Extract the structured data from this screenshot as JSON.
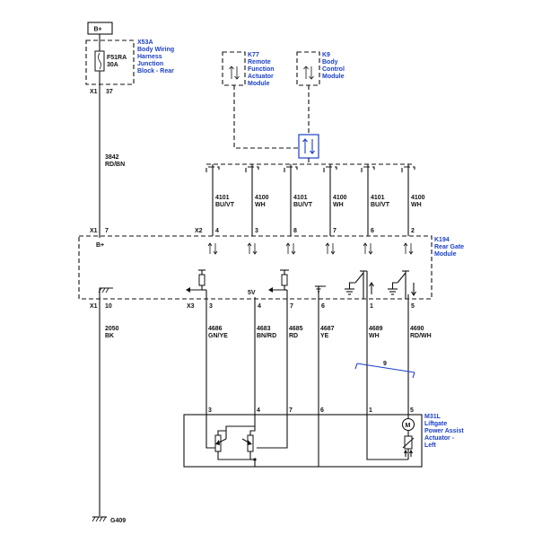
{
  "power": {
    "label": "B+"
  },
  "fuse_block": {
    "ref": "X53A",
    "name_lines": [
      "Body Wiring",
      "Harness",
      "Junction",
      "Block - Rear"
    ],
    "fuse_ref": "F51RA",
    "fuse_rating": "30A",
    "connector": "X1",
    "pin": "37"
  },
  "modules": [
    {
      "ref": "K77",
      "name_lines": [
        "Remote",
        "Function",
        "Actuator",
        "Module"
      ]
    },
    {
      "ref": "K9",
      "name_lines": [
        "Body",
        "Control",
        "Module"
      ]
    }
  ],
  "feed_wire": {
    "circuit": "3842",
    "color": "RD/BN"
  },
  "gate_module": {
    "ref": "K194",
    "name_lines": [
      "Rear Gate",
      "Module"
    ],
    "power_conn": "X1",
    "power_pin": "7",
    "power_label": "B+",
    "ground_conn": "X1",
    "ground_pin": "10",
    "bus_conn": "X2",
    "bus_pins": [
      "4",
      "3",
      "8",
      "7",
      "6",
      "2"
    ],
    "io_conn": "X3",
    "io_pins": [
      "3",
      "4",
      "7",
      "6",
      "1",
      "5"
    ],
    "ref_voltage": "5V"
  },
  "bus_wires": [
    {
      "circuit": "4101",
      "color": "BU/VT"
    },
    {
      "circuit": "4100",
      "color": "WH"
    },
    {
      "circuit": "4101",
      "color": "BU/VT"
    },
    {
      "circuit": "4100",
      "color": "WH"
    },
    {
      "circuit": "4101",
      "color": "BU/VT"
    },
    {
      "circuit": "4100",
      "color": "WH"
    }
  ],
  "io_wires": [
    {
      "circuit": "4686",
      "color": "GN/YE"
    },
    {
      "circuit": "4683",
      "color": "BN/RD"
    },
    {
      "circuit": "4685",
      "color": "RD"
    },
    {
      "circuit": "4687",
      "color": "YE"
    },
    {
      "circuit": "4689",
      "color": "WH"
    },
    {
      "circuit": "4690",
      "color": "RD/WH"
    }
  ],
  "ground_wire": {
    "circuit": "2050",
    "color": "BK"
  },
  "twist_label": "9",
  "actuator": {
    "ref": "M31L",
    "name_lines": [
      "Liftgate",
      "Power Assist",
      "Actuator -",
      "Left"
    ],
    "pins": [
      "3",
      "4",
      "7",
      "6",
      "1",
      "5"
    ],
    "motor_label": "M"
  },
  "ground": {
    "ref": "G409"
  }
}
